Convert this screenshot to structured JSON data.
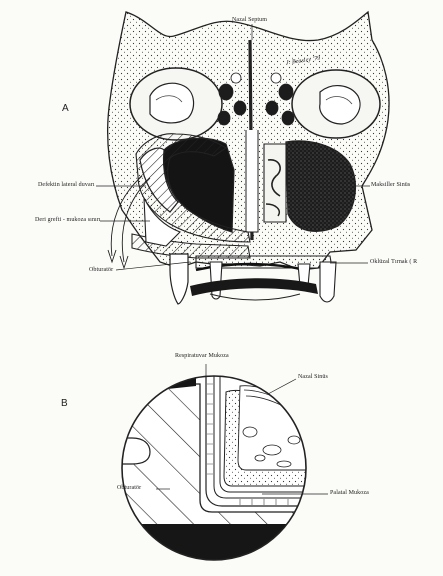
{
  "figure": {
    "panel_a": "A",
    "panel_b": "B",
    "signature": "J. Beasley '79",
    "labels_a": {
      "nasal_septum": "Nazal Septum",
      "lateral_wall_defect": "Defektin lateral duvarı",
      "skin_graft": "Deri grefti - mukoza sınırı",
      "obturator": "Obturatör",
      "maxillary_sinus": "Maksiller Sinüs",
      "occlusal_plane": "Oklüzal Tırnak ( R"
    },
    "labels_b": {
      "respiratory_mucosa": "Respiratuvar Mukoza",
      "nasal_sinus": "Nazal Sinüs",
      "obturator": "Obturatör",
      "palatal_mucosa": "Palatal Mukoza"
    }
  }
}
